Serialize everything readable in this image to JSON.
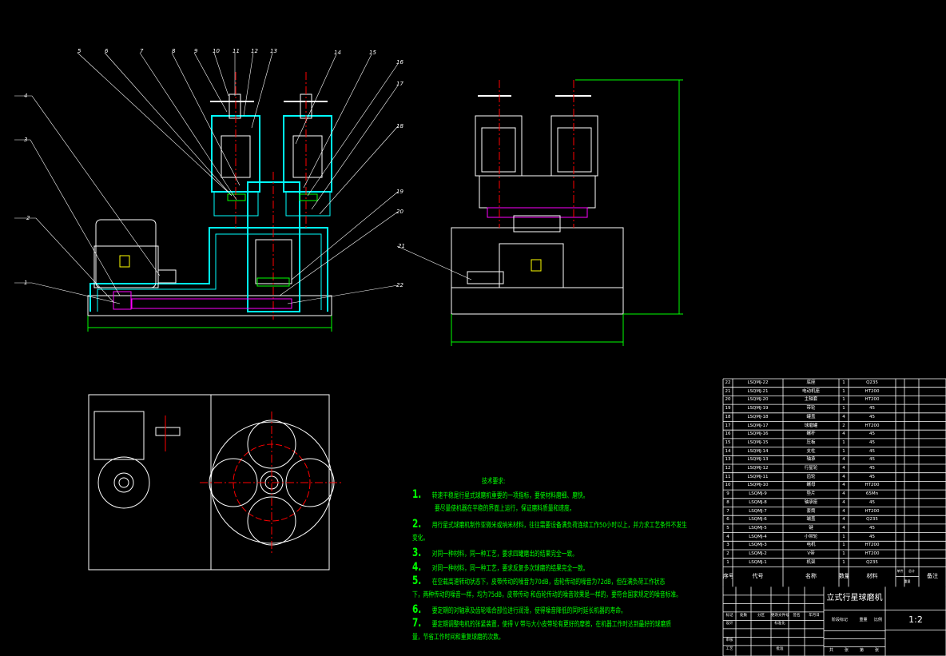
{
  "drawing": {
    "title": "立式行星球磨机",
    "scale": "1:2",
    "part_labels": [
      "1",
      "2",
      "3",
      "4",
      "5",
      "6",
      "7",
      "8",
      "9",
      "10",
      "11",
      "12",
      "13",
      "14",
      "15",
      "16",
      "17",
      "18",
      "19",
      "20",
      "21",
      "22"
    ],
    "colors": {
      "outline": "#ffffff",
      "section": "#00ffff",
      "centerline": "#ff0000",
      "dimension": "#00ff00",
      "accent": "#ff00ff",
      "highlight": "#ffff00"
    }
  },
  "requirements": {
    "heading": "技术要求:",
    "items": [
      {
        "num": "1.",
        "text": "转速平稳是行星式球磨机重要的一项指标，要使材料磨细、磨快。",
        "cont": "要尽量使机器在平稳的界面上运行，保证磨料质量和速度。"
      },
      {
        "num": "2.",
        "text": "用行星式球磨机制作亚微米或纳米材料，往往需要设备满负荷连续工作50小时以上，并力求工艺条件不发生",
        "cont": "变化。"
      },
      {
        "num": "3.",
        "text": "对同一种材料，同一种工艺，要求四罐磨出的结果完全一致。",
        "cont": ""
      },
      {
        "num": "4.",
        "text": "对同一种材料，同一种工艺，要求反复多次球磨的结果完全一致。",
        "cont": ""
      },
      {
        "num": "5.",
        "text": "在空载高速转动状态下，皮带传动的噪音为70dB，齿轮传动的噪音为72dB，但在满负荷工作状态",
        "cont": "下，两种传动的噪音一样，均为75dB，皮带传动 和齿轮传动的噪音效果是一样的，要符合国家规定的噪音标准。"
      },
      {
        "num": "6.",
        "text": "要定期的对轴承及齿轮啮合部位进行润滑，使得噪音降低的同时延长机器的寿命。",
        "cont": ""
      },
      {
        "num": "7.",
        "text": "要定期调整电机的张紧装置，使得 V 带与大小皮带轮有更好的摩擦，在机器工作时达到最好的球磨质",
        "cont": "量，节省工作时间和重复球磨的次数。"
      }
    ]
  },
  "parts_list": {
    "headers": {
      "no": "序号",
      "code": "代号",
      "name": "名称",
      "qty": "数量",
      "material": "材料",
      "single": "单件",
      "total": "总计",
      "weight": "重量",
      "remark": "备注"
    },
    "rows": [
      {
        "no": "22",
        "code": "LSQMJ-22",
        "name": "底座",
        "qty": "1",
        "material": "Q235"
      },
      {
        "no": "21",
        "code": "LSQMJ-21",
        "name": "电动机座",
        "qty": "1",
        "material": "HT200"
      },
      {
        "no": "20",
        "code": "LSQMJ-20",
        "name": "主轴套",
        "qty": "1",
        "material": "HT200"
      },
      {
        "no": "19",
        "code": "LSQMJ-19",
        "name": "带轮",
        "qty": "1",
        "material": "45"
      },
      {
        "no": "18",
        "code": "LSQMJ-18",
        "name": "罐盖",
        "qty": "4",
        "material": "45"
      },
      {
        "no": "17",
        "code": "LSQMJ-17",
        "name": "球磨罐",
        "qty": "2",
        "material": "HT200"
      },
      {
        "no": "16",
        "code": "LSQMJ-16",
        "name": "螺杆",
        "qty": "4",
        "material": "45"
      },
      {
        "no": "15",
        "code": "LSQMJ-15",
        "name": "压板",
        "qty": "1",
        "material": "45"
      },
      {
        "no": "14",
        "code": "LSQMJ-14",
        "name": "支柱",
        "qty": "1",
        "material": "45"
      },
      {
        "no": "13",
        "code": "LSQMJ-13",
        "name": "轴承",
        "qty": "4",
        "material": "45"
      },
      {
        "no": "12",
        "code": "LSQMJ-12",
        "name": "行星轮",
        "qty": "4",
        "material": "45"
      },
      {
        "no": "11",
        "code": "LSQMJ-11",
        "name": "齿轮",
        "qty": "4",
        "material": "45"
      },
      {
        "no": "10",
        "code": "LSQMJ-10",
        "name": "螺母",
        "qty": "4",
        "material": "HT200"
      },
      {
        "no": "9",
        "code": "LSQMJ-9",
        "name": "垫片",
        "qty": "4",
        "material": "65Mn"
      },
      {
        "no": "8",
        "code": "LSQMJ-8",
        "name": "轴承座",
        "qty": "4",
        "material": "45"
      },
      {
        "no": "7",
        "code": "LSQMJ-7",
        "name": "套筒",
        "qty": "4",
        "material": "HT200"
      },
      {
        "no": "6",
        "code": "LSQMJ-6",
        "name": "端盖",
        "qty": "4",
        "material": "Q235"
      },
      {
        "no": "5",
        "code": "LSQMJ-5",
        "name": "键",
        "qty": "4",
        "material": "45"
      },
      {
        "no": "4",
        "code": "LSQMJ-4",
        "name": "小带轮",
        "qty": "1",
        "material": "45"
      },
      {
        "no": "3",
        "code": "LSQMJ-3",
        "name": "电机",
        "qty": "1",
        "material": "HT200"
      },
      {
        "no": "2",
        "code": "LSQMJ-2",
        "name": "V带",
        "qty": "1",
        "material": "HT200"
      },
      {
        "no": "1",
        "code": "LSQMJ-1",
        "name": "机架",
        "qty": "1",
        "material": "Q235"
      }
    ]
  },
  "title_block": {
    "sign_headers": [
      "标记",
      "处数",
      "分区",
      "更改文件号",
      "签名",
      "年月日"
    ],
    "design": "设计",
    "standard": "标准化",
    "check": "审核",
    "process": "工艺",
    "approve": "批准",
    "stage_headers": [
      "阶段标记",
      "重量",
      "比例"
    ],
    "sheet": [
      "共",
      "张",
      "第",
      "张"
    ]
  }
}
